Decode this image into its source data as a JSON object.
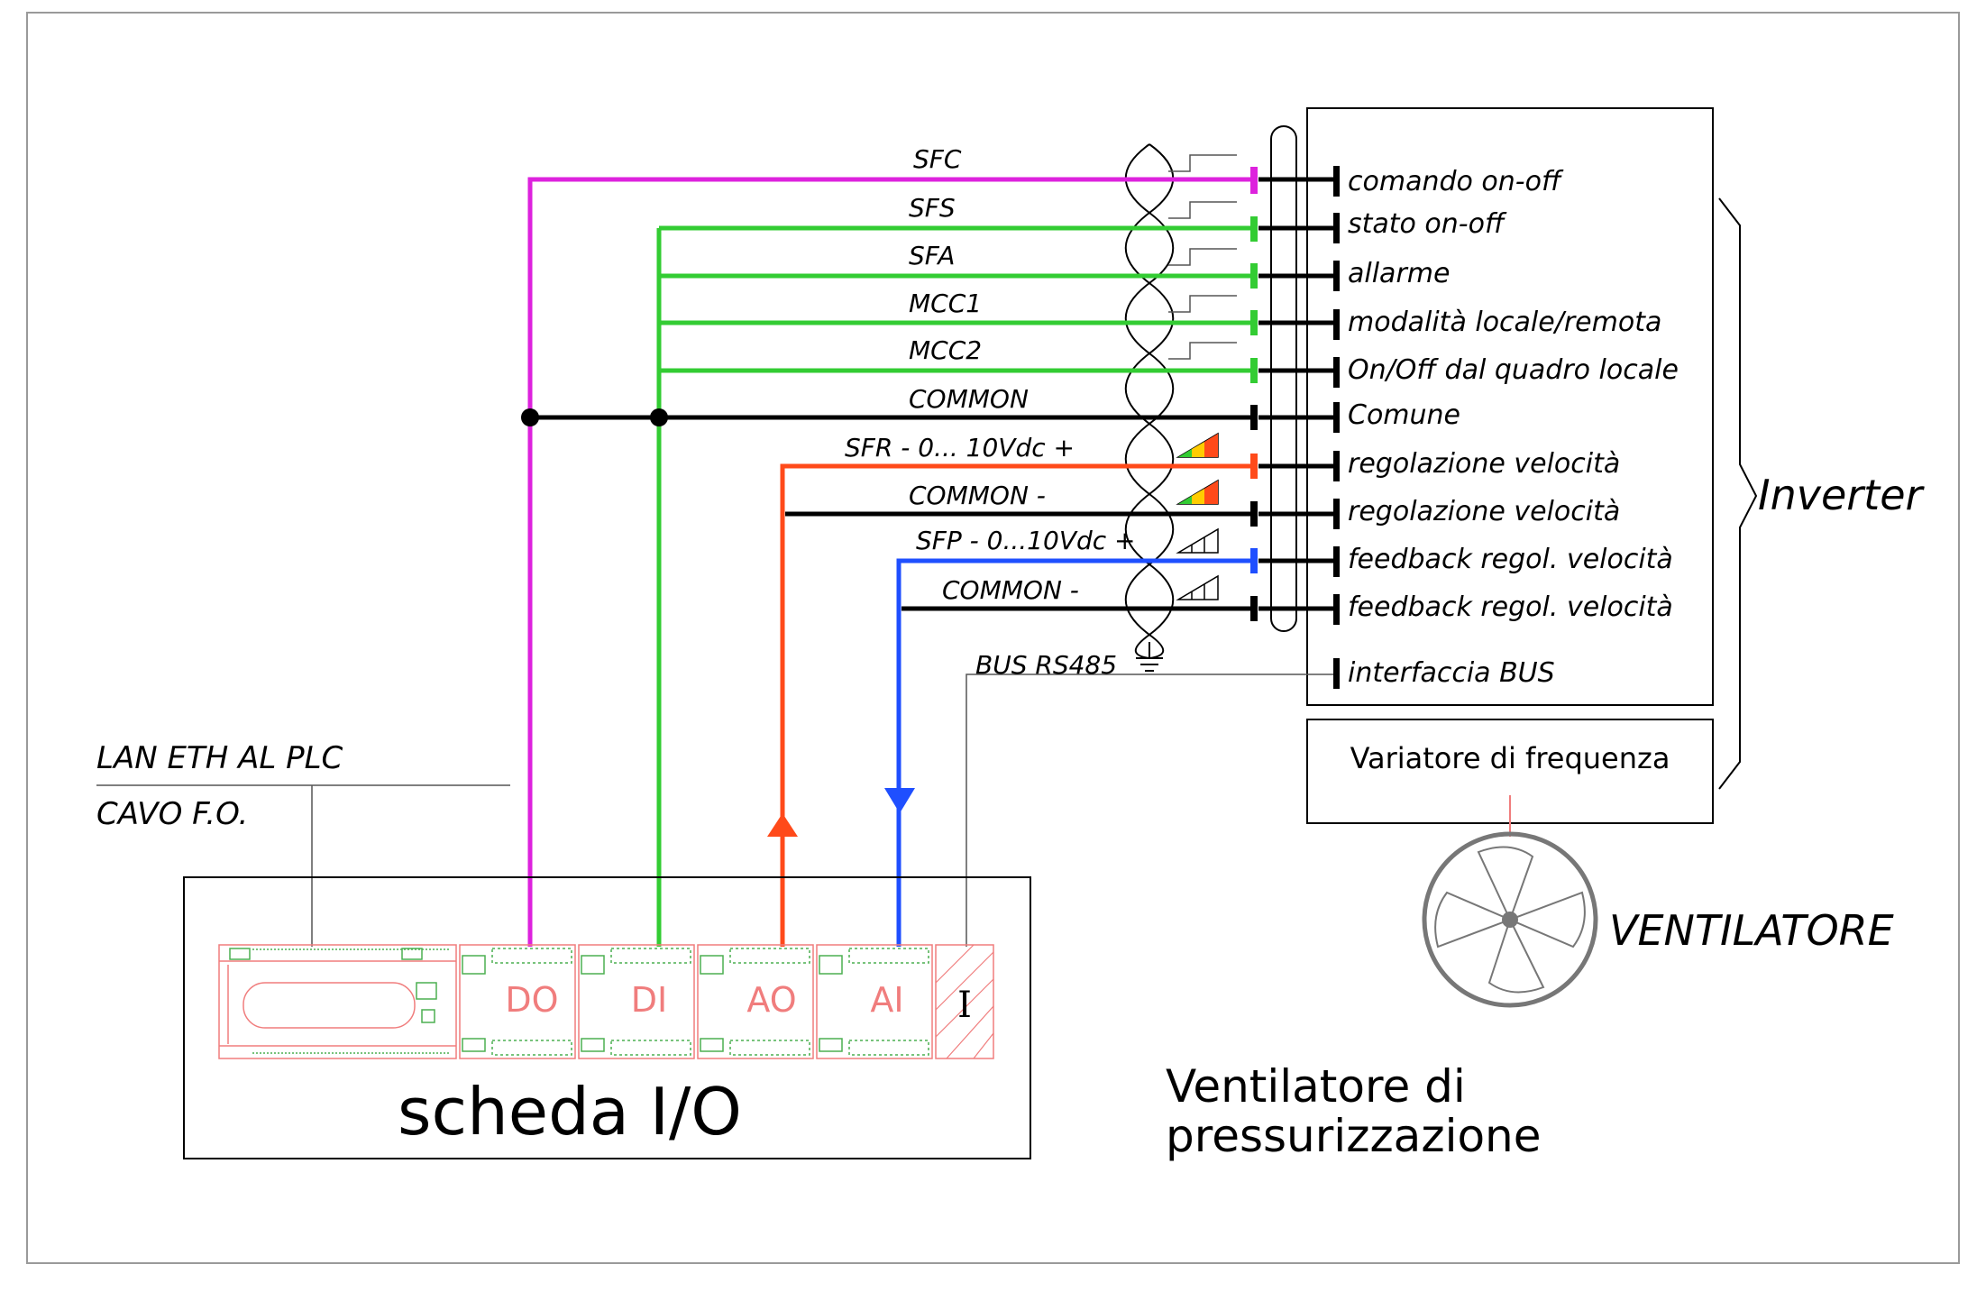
{
  "signals": [
    {
      "label": "SFC",
      "color": "#dd22dd"
    },
    {
      "label": "SFS",
      "color": "#33cc33"
    },
    {
      "label": "SFA",
      "color": "#33cc33"
    },
    {
      "label": "MCC1",
      "color": "#33cc33"
    },
    {
      "label": "MCC2",
      "color": "#33cc33"
    },
    {
      "label": "COMMON",
      "color": "#000000"
    },
    {
      "label": "SFR - 0... 10Vdc +",
      "color": "#ff4a1a"
    },
    {
      "label": "COMMON -",
      "color": "#000000"
    },
    {
      "label": "SFP - 0...10Vdc +",
      "color": "#1f4fff"
    },
    {
      "label": "COMMON -",
      "color": "#000000"
    }
  ],
  "terminals": [
    "comando on-off",
    "stato on-off",
    "allarme",
    "modalità locale/remota",
    "On/Off dal quadro locale",
    "Comune",
    "regolazione velocità",
    "regolazione velocità",
    "feedback regol. velocità",
    "feedback regol. velocità",
    "interfaccia BUS"
  ],
  "bus_label": "BUS RS485",
  "inverter_label": "Inverter",
  "variatore_label": "Variatore di frequenza",
  "fan_label": "VENTILATORE",
  "lan_label": "LAN ETH AL PLC",
  "fo_label": "CAVO F.O.",
  "board_label": "scheda I/O",
  "modules": [
    "DO",
    "DI",
    "AO",
    "AI",
    "I"
  ],
  "title_line1": "Ventilatore di",
  "title_line2": "pressurizzazione"
}
